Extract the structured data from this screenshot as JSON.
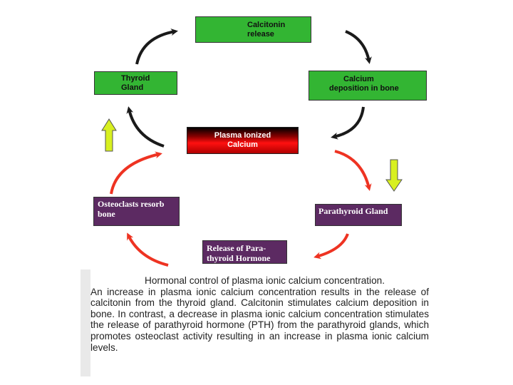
{
  "boxes": {
    "calcitonin_release": {
      "line1": "Calcitonin",
      "line2": "release"
    },
    "thyroid_gland": {
      "line1": "Thyroid",
      "line2": "Gland"
    },
    "calcium_deposition": {
      "line1": "Calcium",
      "line2": "deposition in bone"
    },
    "plasma_calcium": {
      "line1": "Plasma Ionized",
      "line2": "Calcium"
    },
    "osteoclasts": {
      "line1": "Osteoclasts resorb",
      "line2": "bone"
    },
    "parathyroid_gland": {
      "line1": "Parathyroid Gland"
    },
    "pth_release": {
      "line1": "Release of Para-",
      "line2": "thyroid Hormone"
    }
  },
  "colors": {
    "green_box": "#33b533",
    "purple_box": "#5c2a62",
    "dark_arrow": "#1a1a1a",
    "red_arrow": "#ee3322",
    "up_down_arrow": "#d8f020"
  },
  "caption": {
    "title": "Hormonal control of plasma ionic calcium concentration.",
    "body": "An increase in plasma ionic calcium concentration results in the release of calcitonin from the thyroid gland. Calcitonin stimulates calcium deposition in bone. In contrast, a decrease in plasma ionic calcium concentration stimulates the release of parathyroid hormone (PTH) from the parathyroid glands, which promotes osteoclast activity resulting in an increase in plasma ionic calcium levels."
  }
}
